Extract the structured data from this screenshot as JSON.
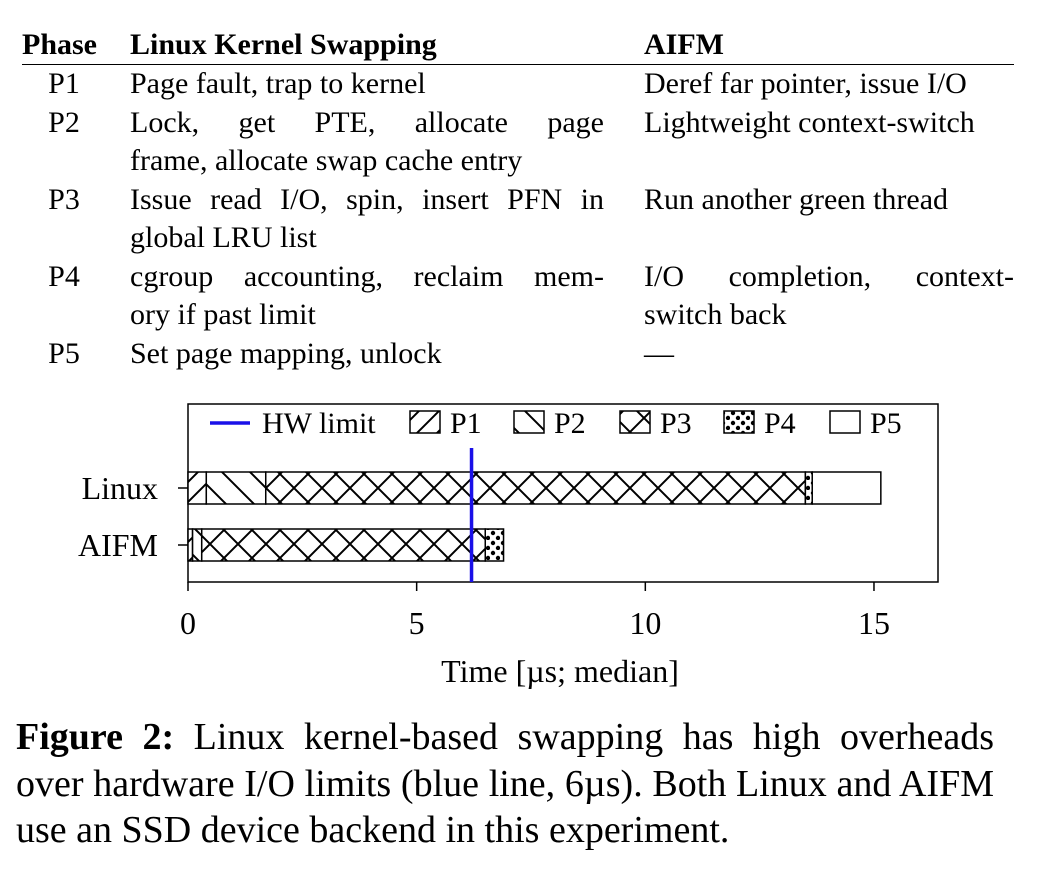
{
  "table": {
    "headers": [
      "Phase",
      "Linux Kernel Swapping",
      "AIFM"
    ],
    "rows": [
      {
        "phase": "P1",
        "linux": [
          "Page fault, trap to kernel"
        ],
        "aifm": [
          "Deref far pointer, issue I/O"
        ]
      },
      {
        "phase": "P2",
        "linux": [
          "Lock, get PTE, allocate page",
          "frame, allocate swap cache entry"
        ],
        "aifm": [
          "Lightweight context-switch"
        ]
      },
      {
        "phase": "P3",
        "linux": [
          "Issue read I/O, spin, insert PFN in",
          "global LRU list"
        ],
        "aifm": [
          "Run another green thread"
        ]
      },
      {
        "phase": "P4",
        "linux": [
          "cgroup accounting, reclaim mem-",
          "ory if past limit"
        ],
        "aifm": [
          "I/O completion, context-",
          "switch back"
        ]
      },
      {
        "phase": "P5",
        "linux": [
          "Set page mapping, unlock"
        ],
        "aifm": [
          "—"
        ]
      }
    ]
  },
  "chart_data": {
    "type": "bar",
    "orientation": "horizontal",
    "stacked": true,
    "categories": [
      "Linux",
      "AIFM"
    ],
    "series": [
      {
        "name": "P1",
        "pattern": "hatch-diagonal",
        "values": [
          0.4,
          0.1
        ]
      },
      {
        "name": "P2",
        "pattern": "hatch-back-diagonal",
        "values": [
          1.3,
          0.2
        ]
      },
      {
        "name": "P3",
        "pattern": "crosshatch",
        "values": [
          11.8,
          6.2
        ]
      },
      {
        "name": "P4",
        "pattern": "dots",
        "values": [
          0.15,
          0.4
        ]
      },
      {
        "name": "P5",
        "pattern": "empty",
        "values": [
          1.5,
          0.0
        ]
      }
    ],
    "reference_line": {
      "name": "HW limit",
      "value": 6.2,
      "color": "#1a10e8"
    },
    "xlabel": "Time [µs; median]",
    "xlim": [
      0,
      16.4
    ],
    "xticks": [
      0,
      5,
      10,
      15
    ],
    "legend": "top",
    "grid": false
  },
  "caption": {
    "label": "Figure 2:",
    "text": "Linux kernel-based swapping has high overheads over hardware I/O limits (blue line, 6µs). Both Linux and AIFM use an SSD device backend in this experiment."
  }
}
